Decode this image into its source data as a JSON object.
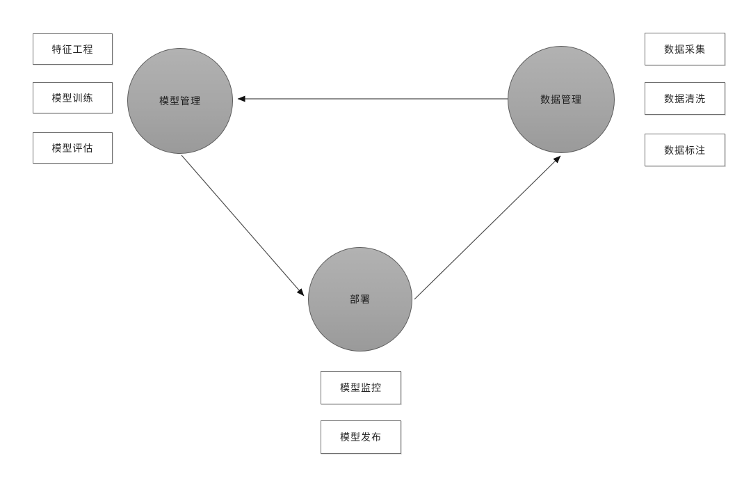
{
  "diagram": {
    "nodes": {
      "model_management": {
        "label": "模型管理"
      },
      "data_management": {
        "label": "数据管理"
      },
      "deployment": {
        "label": "部署"
      }
    },
    "side_labels": {
      "model": [
        "特征工程",
        "模型训练",
        "模型评估"
      ],
      "data": [
        "数据采集",
        "数据清洗",
        "数据标注"
      ],
      "deployment": [
        "模型监控",
        "模型发布"
      ]
    },
    "edges": [
      {
        "from": "数据管理",
        "to": "模型管理"
      },
      {
        "from": "模型管理",
        "to": "部署"
      },
      {
        "from": "部署",
        "to": "数据管理"
      }
    ],
    "colors": {
      "background": "#ffffff",
      "node_fill_top": "#b2b2b2",
      "node_fill_bottom": "#9a9a9a",
      "node_border": "#5e5e5e",
      "box_border": "#6f6f6f",
      "box_fill": "#ffffff",
      "arrow_line": "#4c4c4c",
      "arrow_head": "#111111",
      "text": "#1c1c1c"
    }
  }
}
